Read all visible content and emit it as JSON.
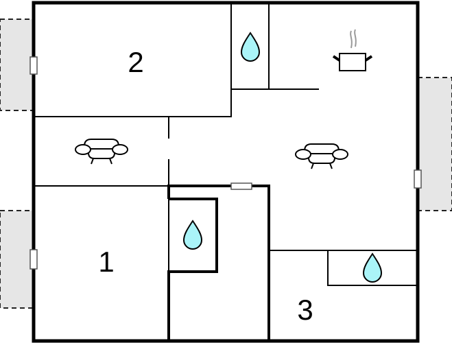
{
  "rooms": [
    {
      "label": "2"
    },
    {
      "label": "1"
    },
    {
      "label": "3"
    }
  ],
  "icons": {
    "bathroom": "water-drop-icon",
    "living": "armchair-icon",
    "kitchen": "cooking-pot-icon"
  },
  "colors": {
    "water": "#aaf4f8",
    "terrace": "#e6e6e6",
    "wall": "#000000"
  }
}
